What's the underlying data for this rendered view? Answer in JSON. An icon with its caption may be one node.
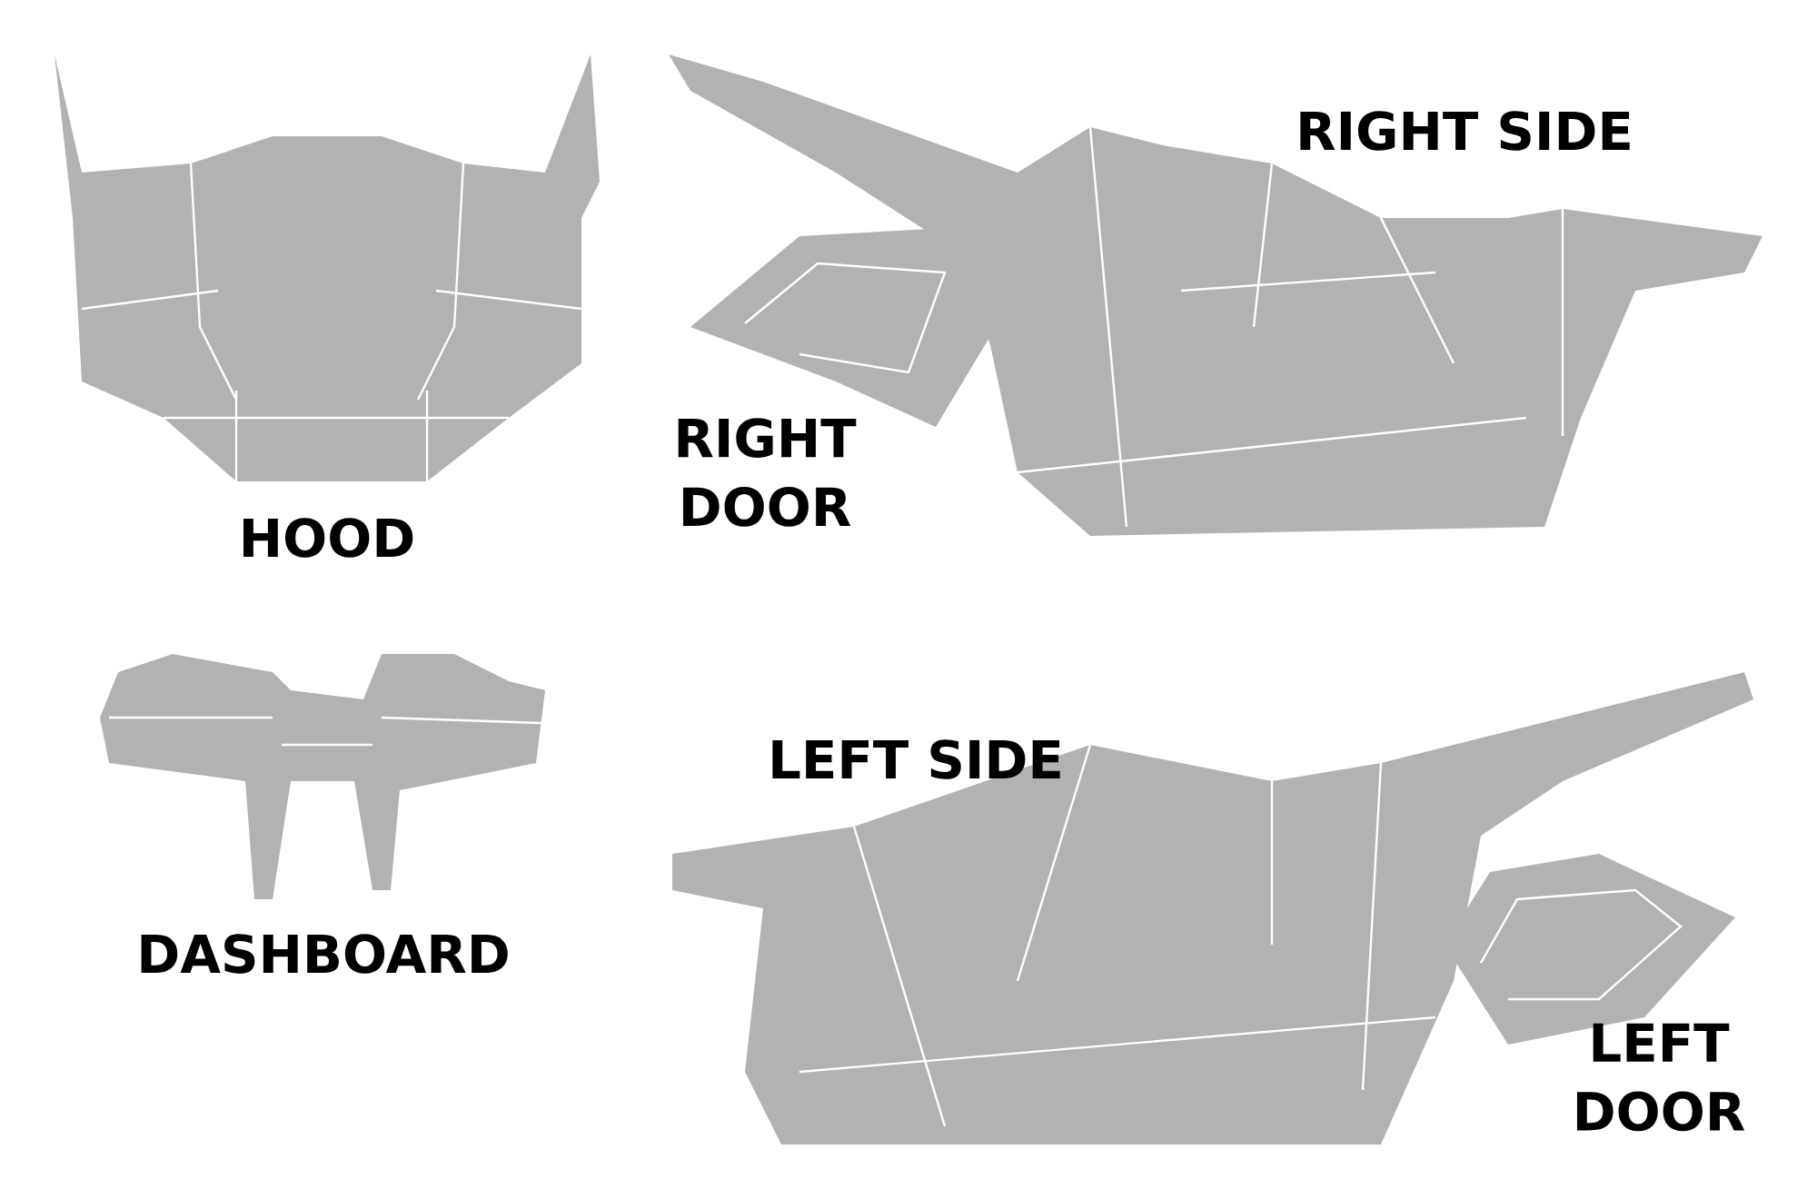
{
  "diagram": {
    "labels": [
      "RIGHT SIDE",
      "RIGHT DOOR",
      "HOOD",
      "LEFT SIDE",
      "DASHBOARD",
      "LEFT DOOR"
    ]
  }
}
